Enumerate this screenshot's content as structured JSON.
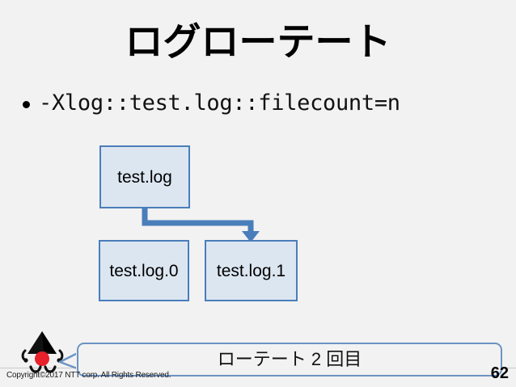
{
  "slide": {
    "title": "ログローテート",
    "page_number": "62",
    "background_color": "#f2f2f2"
  },
  "bullet": {
    "marker": "•",
    "text": "-Xlog::test.log::filecount=n"
  },
  "diagram": {
    "box_fill_color": "#dce6f1",
    "box_border_color": "#4a7ebb",
    "connector_color": "#4a7ebb",
    "nodes": [
      {
        "id": "test-log",
        "label": "test.log"
      },
      {
        "id": "test-log-0",
        "label": "test.log.0"
      },
      {
        "id": "test-log-1",
        "label": "test.log.1"
      }
    ],
    "connector": {
      "from": "test-log",
      "to": "test-log-1",
      "arrowhead": "down"
    }
  },
  "footer": {
    "callout_text": "ローテート 2 回目",
    "callout_border_color": "#6c93c4",
    "copyright": "Copyright©2017  NTT corp. All Rights Reserved.",
    "mascot_name": "duke-mascot"
  }
}
